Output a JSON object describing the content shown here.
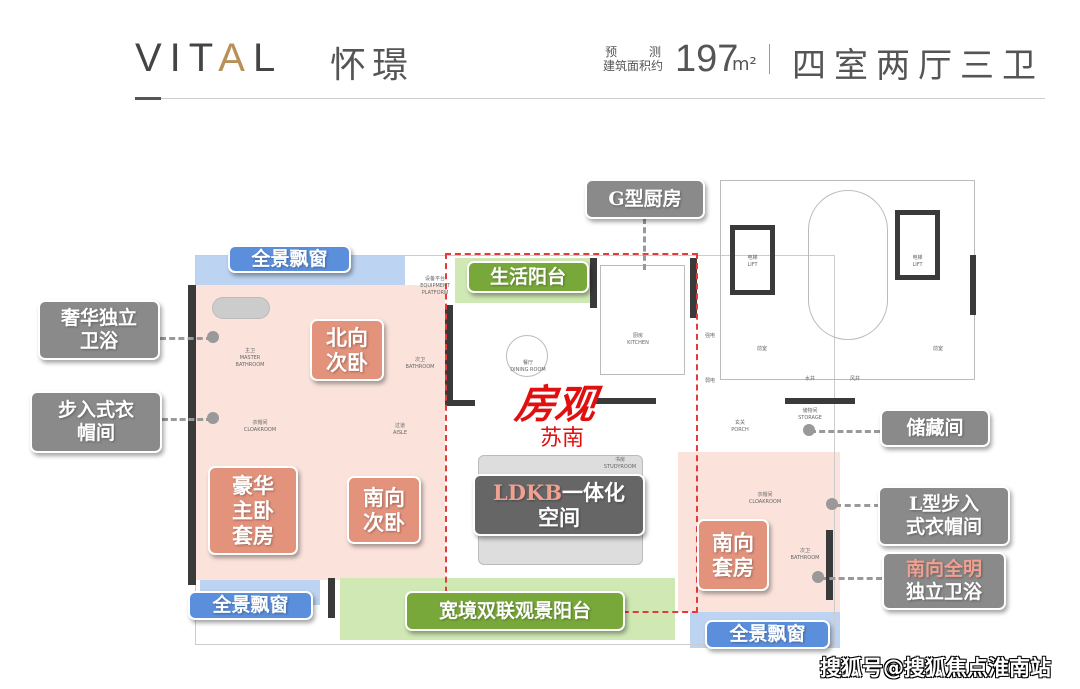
{
  "header": {
    "brand_prefix": "VIT",
    "brand_a": "A",
    "brand_suffix": "L",
    "project_name": "怀璟",
    "area_line1": "预 测",
    "area_line2": "建筑面积约",
    "area_value": "197",
    "area_unit": "m²",
    "layout": "四室两厅三卫"
  },
  "colors": {
    "window": "#5b8fdc",
    "balcony": "#78a83a",
    "bedroom": "#e3927c",
    "feature": "#8a8a8a",
    "ldkb": "#666666",
    "logo_red": "#e01010"
  },
  "callouts": {
    "window_top": "全景飘窗",
    "living_balcony": "生活阳台",
    "kitchen": "G型厨房",
    "master_bath": [
      "奢华独立",
      "卫浴"
    ],
    "north_bedroom": [
      "北向",
      "次卧"
    ],
    "walkin_closet": [
      "步入式衣",
      "帽间"
    ],
    "storage": "储藏间",
    "master_suite": [
      "豪华",
      "主卧",
      "套房"
    ],
    "south_bedroom": [
      "南向",
      "次卧"
    ],
    "ldkb": {
      "prefix": "LDKB",
      "suffix": "一体化",
      "line2": "空间"
    },
    "l_closet": [
      "L型步入",
      "式衣帽间"
    ],
    "south_suite": [
      "南向",
      "套房"
    ],
    "south_bath": {
      "line1": "南向全明",
      "line2": "独立卫浴"
    },
    "window_bottom_left": "全景飘窗",
    "view_balcony": "宽境双联观景阳台",
    "window_bottom_right": "全景飘窗"
  },
  "room_labels": {
    "master_bath": [
      "主卫",
      "MASTER BATHROOM"
    ],
    "equipment": [
      "设备平台",
      "EQUIPMENT PLATFORM"
    ],
    "bathroom2": [
      "次卫",
      "BATHROOM"
    ],
    "dining": [
      "餐厅",
      "DINING ROOM"
    ],
    "kitchen": [
      "厨房",
      "KITCHEN"
    ],
    "cloak1": [
      "衣帽间",
      "CLOAKROOM"
    ],
    "aisle": [
      "过道",
      "AISLE"
    ],
    "study": [
      "书房",
      "STUDYROOM"
    ],
    "lift1": [
      "电梯",
      "LIFT"
    ],
    "lift2": [
      "电梯",
      "LIFT"
    ],
    "strong": "强电",
    "weak": "弱电",
    "lobby1": "前室",
    "lobby2": "前室",
    "water": "水井",
    "wind": "风井",
    "porch": [
      "玄关",
      "PORCH"
    ],
    "storage": [
      "储物间",
      "STORAGE"
    ],
    "cloak2": [
      "衣帽间",
      "CLOAKROOM"
    ],
    "bathroom3": [
      "次卫",
      "BATHROOM"
    ]
  },
  "logo": {
    "line1": "房观",
    "line2": "苏南"
  },
  "watermark": "搜狐号@搜狐焦点淮南站"
}
